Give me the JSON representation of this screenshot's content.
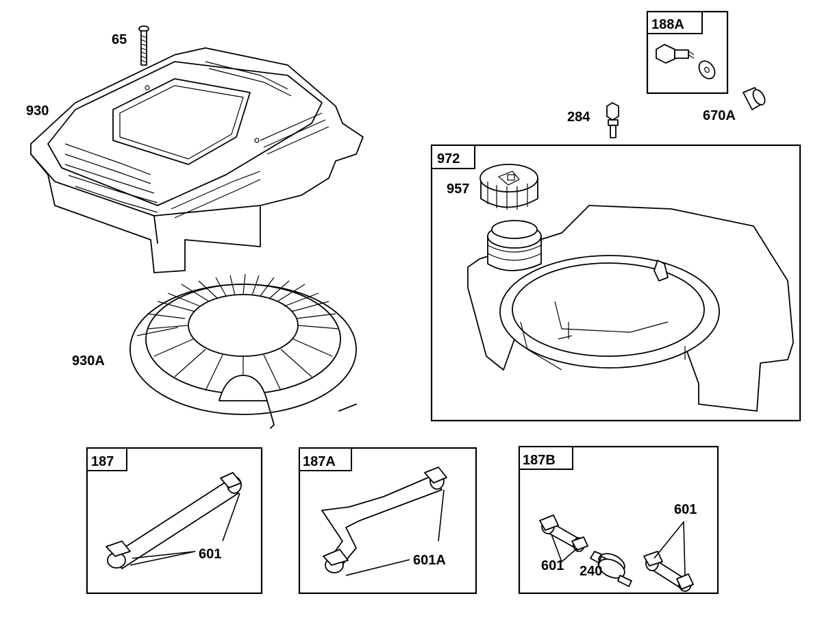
{
  "parts": {
    "p65": "65",
    "p930": "930",
    "p930A": "930A",
    "p188A": "188A",
    "p284": "284",
    "p670A": "670A",
    "p972": "972",
    "p957": "957",
    "p187": "187",
    "p187A": "187A",
    "p187B": "187B",
    "p601": "601",
    "p601A": "601A",
    "p240": "240"
  }
}
